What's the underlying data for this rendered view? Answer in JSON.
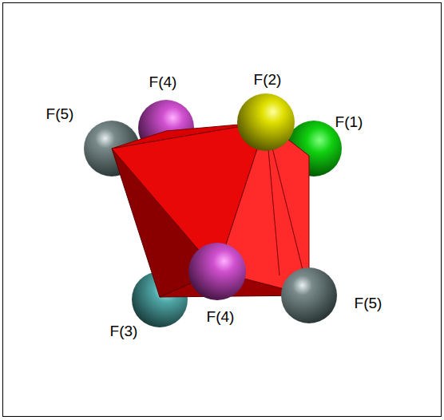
{
  "diagram": {
    "labels": [
      "F(2)",
      "F(4)",
      "F(5)",
      "F(1)",
      "F(5)",
      "F(4)",
      "F(3)"
    ]
  }
}
